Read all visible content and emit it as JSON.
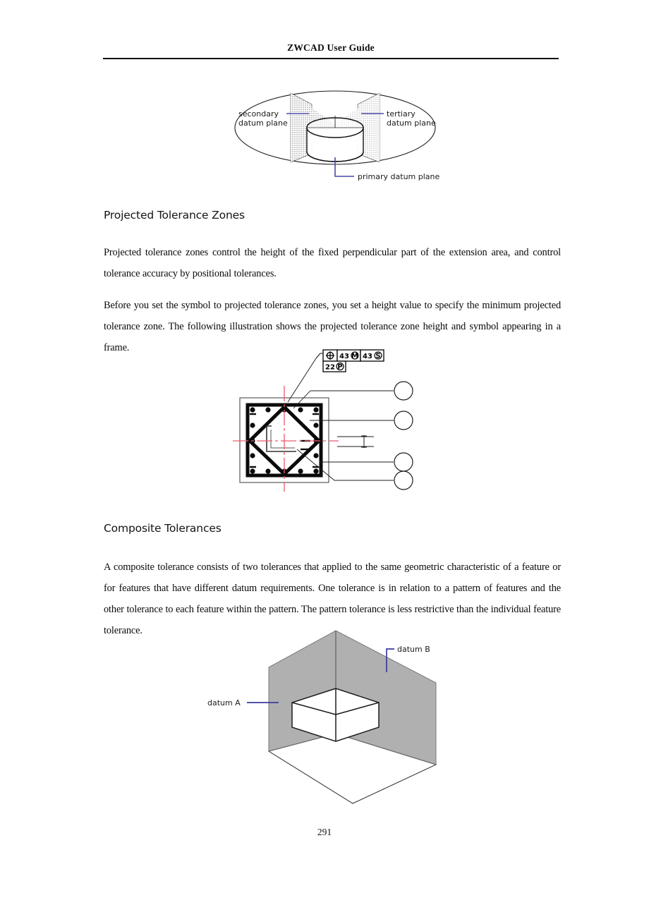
{
  "header": {
    "title": "ZWCAD User Guide"
  },
  "page_number": "291",
  "sections": [
    {
      "heading": "Projected Tolerance Zones",
      "paragraphs": [
        "Projected tolerance zones control the height of the fixed perpendicular part of the extension area, and control tolerance accuracy by positional tolerances.",
        "Before you set the symbol to projected tolerance zones, you set a height value to specify the minimum projected tolerance zone. The following illustration shows the projected tolerance zone height and symbol appearing in a frame."
      ]
    },
    {
      "heading": "Composite Tolerances",
      "paragraphs": [
        "A composite tolerance consists of two tolerances that applied to the same geometric characteristic of a feature or for features that have different datum requirements. One tolerance is in relation to a pattern of features and the other tolerance to each feature within the pattern. The pattern tolerance is less restrictive than the individual feature tolerance."
      ]
    }
  ],
  "figures": {
    "datum_planes": {
      "name": "datum-planes-diagram",
      "labels": {
        "secondary_line1": "secondary",
        "secondary_line2": "datum plane",
        "tertiary_line1": "tertiary",
        "tertiary_line2": "datum plane",
        "primary": "primary datum plane"
      },
      "colors": {
        "leader": "#4a4aa8",
        "outline": "#1a1a1a",
        "hatch": "#6b6b6b"
      }
    },
    "projected_tolerance": {
      "name": "projected-tolerance-drawing",
      "feature_control_frame": {
        "row1": [
          {
            "symbol": "position-symbol",
            "text": "⊕"
          },
          {
            "text": "43",
            "modifier": "M"
          },
          {
            "text": "43",
            "modifier": "S"
          }
        ],
        "row2": [
          {
            "text": "22",
            "modifier": "P"
          }
        ]
      },
      "balloon_count": 4,
      "colors": {
        "centerline": "#ee5a6a",
        "outline": "#111111"
      }
    },
    "composite_tolerance": {
      "name": "composite-tolerance-diagram",
      "labels": {
        "datum_a": "datum A",
        "datum_b": "datum B"
      },
      "colors": {
        "wall": "#b0b0b0",
        "leader": "#3b3b9e",
        "edge": "#2b2b2b"
      }
    }
  }
}
